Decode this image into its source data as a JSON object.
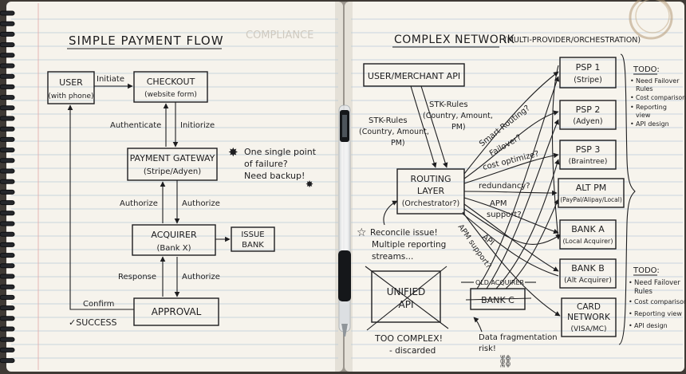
{
  "left": {
    "title": "SIMPLE PAYMENT FLOW",
    "faint_text": "COMPLIANCE",
    "nodes": {
      "user": [
        "USER",
        "(with phone)"
      ],
      "checkout": [
        "CHECKOUT",
        "(website form)"
      ],
      "gateway": [
        "PAYMENT GATEWAY",
        "(Stripe/Adyen)"
      ],
      "acquirer": [
        "ACQUIRER",
        "(Bank X)"
      ],
      "issue_bank": [
        "ISSUE",
        "BANK"
      ],
      "approval": [
        "APPROVAL"
      ]
    },
    "labels": {
      "initiate": "Initiate",
      "authenticate": "Authenticate",
      "initiorize": "Initiorize",
      "authorize_1": "Authorize",
      "authorize_2": "Authorize",
      "response": "Response",
      "authorize_3": "Authorize",
      "confirm": "Confirm",
      "success": "✓SUCCESS"
    },
    "note": [
      "One single point",
      "of failure?",
      "Need backup!"
    ]
  },
  "right": {
    "title": "COMPLEX NETWORK",
    "title_sub": "(MULTI-PROVIDER/ORCHESTRATION)",
    "nodes": {
      "merchant_api": [
        "USER/MERCHANT API"
      ],
      "routing": [
        "ROUTING",
        "LAYER",
        "(Orchestrator?)"
      ],
      "psp1": [
        "PSP 1",
        "(Stripe)"
      ],
      "psp2": [
        "PSP 2",
        "(Adyen)"
      ],
      "psp3": [
        "PSP 3",
        "(Braintree)"
      ],
      "altpm": [
        "ALT PM",
        "(PayPal/Alipay/Local)"
      ],
      "banka": [
        "BANK A",
        "(Local Acquirer)"
      ],
      "bankb": [
        "BANK B",
        "(Alt Acquirer)"
      ],
      "bankc": [
        "BANK C"
      ],
      "card": [
        "CARD",
        "NETWORK",
        "(VISA/MC)"
      ]
    },
    "old_acquirer": "OLD ACQUIRER",
    "stk_left": [
      "STK-Rules",
      "(Country, Amount,",
      "PM)"
    ],
    "stk_right": [
      "STK-Rules",
      "(Country, Amount,",
      "PM)"
    ],
    "edge_labels": {
      "smart": "Smart Routing?",
      "failover": "Failover?",
      "cost": "cost optimize?",
      "redundancy": "redundancy?",
      "apm_support": [
        "APM",
        "support?"
      ],
      "api": "API",
      "apm_support_2": "APM support?"
    },
    "reconcile": [
      "Reconcile issue!",
      "Multiple reporting",
      "streams..."
    ],
    "unified": [
      "UNIFIED",
      "API"
    ],
    "too_complex": [
      "TOO COMPLEX!",
      "- discarded"
    ],
    "fragmentation": [
      "Data fragmentation",
      "risk!"
    ],
    "todo_top": {
      "heading": "TODO:",
      "items": [
        "Need Failover",
        "Rules",
        "Cost comparison",
        "Reporting",
        "view",
        "API design"
      ]
    },
    "todo_bottom": {
      "heading": "TODO:",
      "items": [
        "Need Failover",
        "Rules",
        "Cost comparison",
        "Reporting view",
        "API design"
      ]
    }
  }
}
